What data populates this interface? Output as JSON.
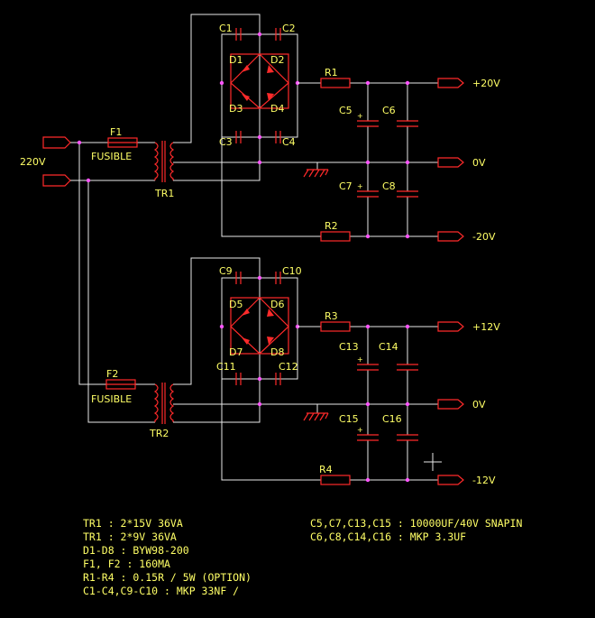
{
  "input": {
    "label": "220V"
  },
  "transformers": {
    "tr1": {
      "fuse": "F1",
      "fuse_text": "FUSIBLE",
      "name": "TR1"
    },
    "tr2": {
      "fuse": "F2",
      "fuse_text": "FUSIBLE",
      "name": "TR2"
    }
  },
  "top_section": {
    "caps_bridge": [
      "C1",
      "C2",
      "C3",
      "C4"
    ],
    "diodes": [
      "D1",
      "D2",
      "D3",
      "D4"
    ],
    "resistors": [
      "R1",
      "R2"
    ],
    "filter_caps": [
      "C5",
      "C6",
      "C7",
      "C8"
    ],
    "outputs": [
      "+20V",
      "0V",
      "-20V"
    ]
  },
  "bottom_section": {
    "caps_bridge": [
      "C9",
      "C10",
      "C11",
      "C12"
    ],
    "diodes": [
      "D5",
      "D6",
      "D7",
      "D8"
    ],
    "resistors": [
      "R3",
      "R4"
    ],
    "filter_caps": [
      "C13",
      "C14",
      "C15",
      "C16"
    ],
    "outputs": [
      "+12V",
      "0V",
      "-12V"
    ]
  },
  "notes_left": [
    "TR1 : 2*15V 36VA",
    "TR1 : 2*9V 36VA",
    "D1-D8 : BYW98-200",
    "F1, F2 : 160MA",
    "R1-R4 : 0.15R / 5W (OPTION)",
    "C1-C4,C9-C10 : MKP 33NF /"
  ],
  "notes_right": [
    "C5,C7,C13,C15 : 10000UF/40V SNAPIN",
    "C6,C8,C14,C16 : MKP 3.3UF"
  ],
  "colors": {
    "background": "#000000",
    "wire": "#e8e8e8",
    "component": "#ff2a2a",
    "junction": "#ff55ff",
    "text": "#ffff66"
  }
}
